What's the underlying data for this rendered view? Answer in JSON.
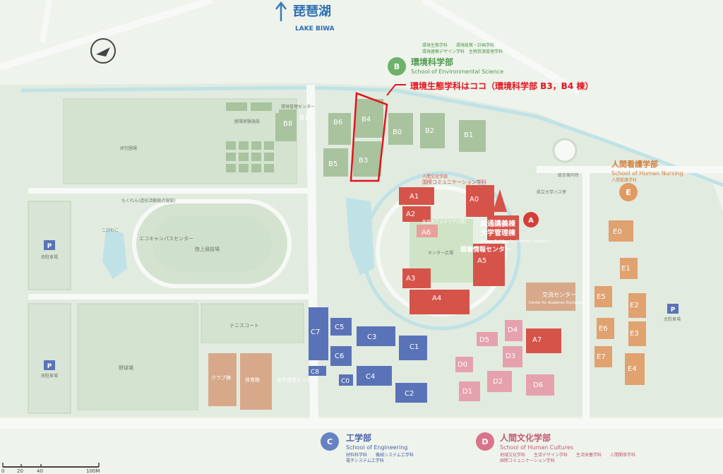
{
  "colors": {
    "background": "#eef3ec",
    "land": "#e2ebe0",
    "field": "#cfe0cc",
    "road": "#f7f9f6",
    "water": "#bfe2e6",
    "env_bldg": "#a8c39d",
    "env_dark": "#86a77c",
    "common_bldg": "#d6534a",
    "common_light": "#e9a09a",
    "eng_bldg": "#5a73b8",
    "cult_bldg": "#e6a1ae",
    "nurse_bldg": "#e0a26f",
    "sports_bldg": "#d7a98a",
    "accent_red": "#e3131c",
    "badge_green": "#6cb26a",
    "badge_blue": "#6782c4",
    "badge_pink": "#d9748a",
    "badge_orange": "#e09a62",
    "badge_red": "#d43f3a"
  },
  "top": {
    "lake_jp": "琵琶湖",
    "lake_en": "LAKE BIWA"
  },
  "callout": {
    "text": "環境生態学科はココ（環境科学部 B3，B4 棟）"
  },
  "faculties": {
    "B": {
      "badge": "B",
      "jp": "環境科学部",
      "en": "School of Environmental Science",
      "dept1": "環境生態学科　　環境政策・計画学科",
      "dept2": "環境建築デザイン学科　生物資源管理学科"
    },
    "E": {
      "badge": "E",
      "jp": "人間看護学部",
      "en": "School of Human Nursing",
      "dept": "人間看護学科"
    },
    "C": {
      "badge": "C",
      "jp": "工学部",
      "en": "School of Engineering",
      "dept1": "材料科学科　　機械システム工学科",
      "dept2": "電子システム工学科"
    },
    "D": {
      "badge": "D",
      "jp": "人間文化学部",
      "en": "School of Human Cultures",
      "dept1": "地域文化学科　　生活デザイン学科　　生活栄養学科　　人間関係学科",
      "dept2": "国際コミュニケーション学科"
    },
    "A": {
      "badge": "A",
      "jp1": "共通講義棟",
      "jp2": "大学管理棟",
      "library": "図書情報センター"
    }
  },
  "buildings": {
    "env": [
      "B0",
      "B1",
      "B2",
      "B3",
      "B4",
      "B5",
      "B6",
      "B7",
      "B8"
    ],
    "common": [
      "A0",
      "A1",
      "A2",
      "A3",
      "A4",
      "A5",
      "A6",
      "A7"
    ],
    "eng": [
      "C0",
      "C1",
      "C2",
      "C3",
      "C4",
      "C5",
      "C6",
      "C7",
      "C8"
    ],
    "cult": [
      "D0",
      "D1",
      "D2",
      "D3",
      "D4",
      "D5",
      "D6"
    ],
    "nurse": [
      "E0",
      "E1",
      "E2",
      "E3",
      "E4",
      "E5",
      "E6",
      "E7"
    ]
  },
  "places": {
    "field_research": "研究圃場",
    "env_mgmt": "環境管理センター",
    "garden_exp": "圃場実験施設",
    "mokurenkan": "もくれん(造形活動拠点施設)",
    "kobiwako": "こびわこ",
    "eco_campus": "エコキャンパスセンター",
    "athletic": "陸上競技場",
    "tennis": "テニスコート",
    "baseball": "野球場",
    "club": "クラブ棟",
    "gym": "体育館",
    "industry": "産学連携センター",
    "cafeteria": "生協カフェテリア(1階)",
    "center_plaza": "センター広場",
    "exchange": "交流センター",
    "exchange_en": "Center for Academic Exchange",
    "bus_stop": "県立大学バス停",
    "bus_pool": "総合案内所",
    "lecture_en": "Lecture Building for Common Subjects",
    "intl_comm": "国際コミュニケーション学科",
    "human_culture": "人間文化学部",
    "north_parking": "南駐車場",
    "south_parking": "南駐車場",
    "east_parking": "北駐車場",
    "parking_icon": "P"
  },
  "scale": {
    "ticks": [
      "0",
      "20",
      "40",
      "100M"
    ]
  }
}
